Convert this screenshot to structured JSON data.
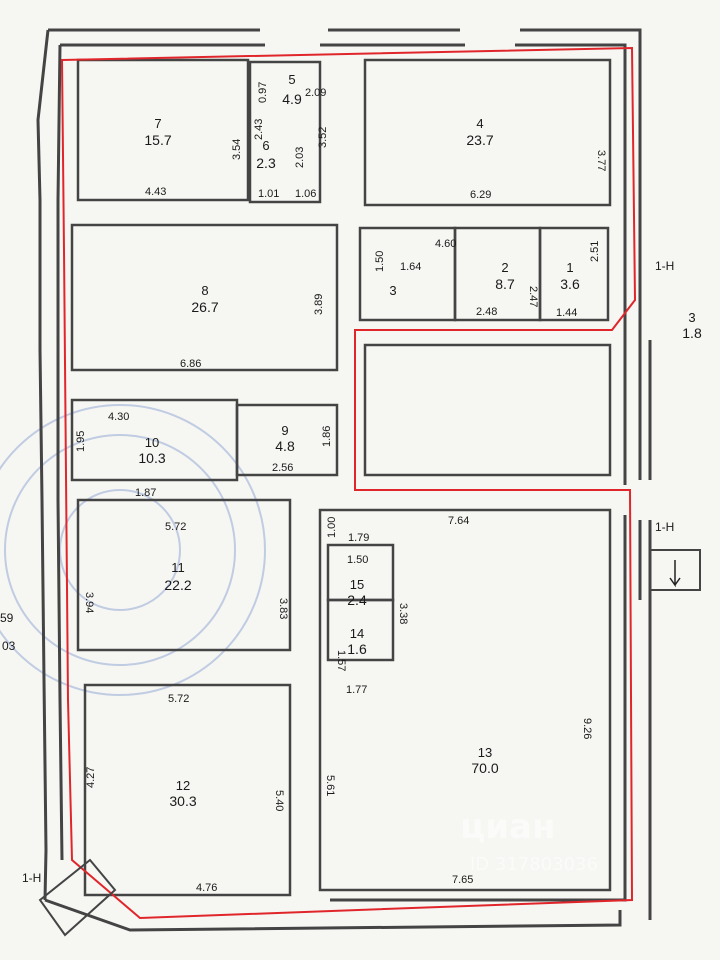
{
  "rooms": [
    {
      "id": "7",
      "area": "15.7"
    },
    {
      "id": "5",
      "area": "4.9"
    },
    {
      "id": "6",
      "area": "2.3"
    },
    {
      "id": "4",
      "area": "23.7"
    },
    {
      "id": "8",
      "area": "26.7"
    },
    {
      "id": "3",
      "area": ""
    },
    {
      "id": "2",
      "area": "8.7"
    },
    {
      "id": "1",
      "area": "3.6"
    },
    {
      "id": "3",
      "area": "1.8"
    },
    {
      "id": "10",
      "area": "10.3"
    },
    {
      "id": "9",
      "area": "4.8"
    },
    {
      "id": "11",
      "area": "22.2"
    },
    {
      "id": "15",
      "area": "2.4"
    },
    {
      "id": "14",
      "area": "1.6"
    },
    {
      "id": "12",
      "area": "30.3"
    },
    {
      "id": "13",
      "area": "70.0"
    }
  ],
  "dimensions": [
    "0.97",
    "2.09",
    "3.54",
    "2.43",
    "3.52",
    "2.03",
    "3.77",
    "4.43",
    "1.01",
    "1.06",
    "6.29",
    "1.50",
    "4.60",
    "1.64",
    "2.47",
    "2.51",
    "3.89",
    "2.48",
    "1.44",
    "6.86",
    "4.30",
    "1.95",
    "1.86",
    "2.56",
    "1.87",
    "5.72",
    "1.00",
    "1.79",
    "7.64",
    "1.50",
    "3.94",
    "3.83",
    "3.38",
    "1.57",
    "1.77",
    "5.72",
    "9.26",
    "4.27",
    "5.40",
    "5.61",
    "4.76",
    "7.65"
  ],
  "section_labels": [
    "1-Н",
    "1-Н",
    "1-Н"
  ],
  "margin_text": [
    "59",
    "03"
  ],
  "watermark": {
    "brand": "циан",
    "id": "ID 317803036"
  },
  "colors": {
    "wall": "#444444",
    "red_line": "#e0262b",
    "paper": "#f6f6f3",
    "stamp": "#5d7fc4"
  }
}
